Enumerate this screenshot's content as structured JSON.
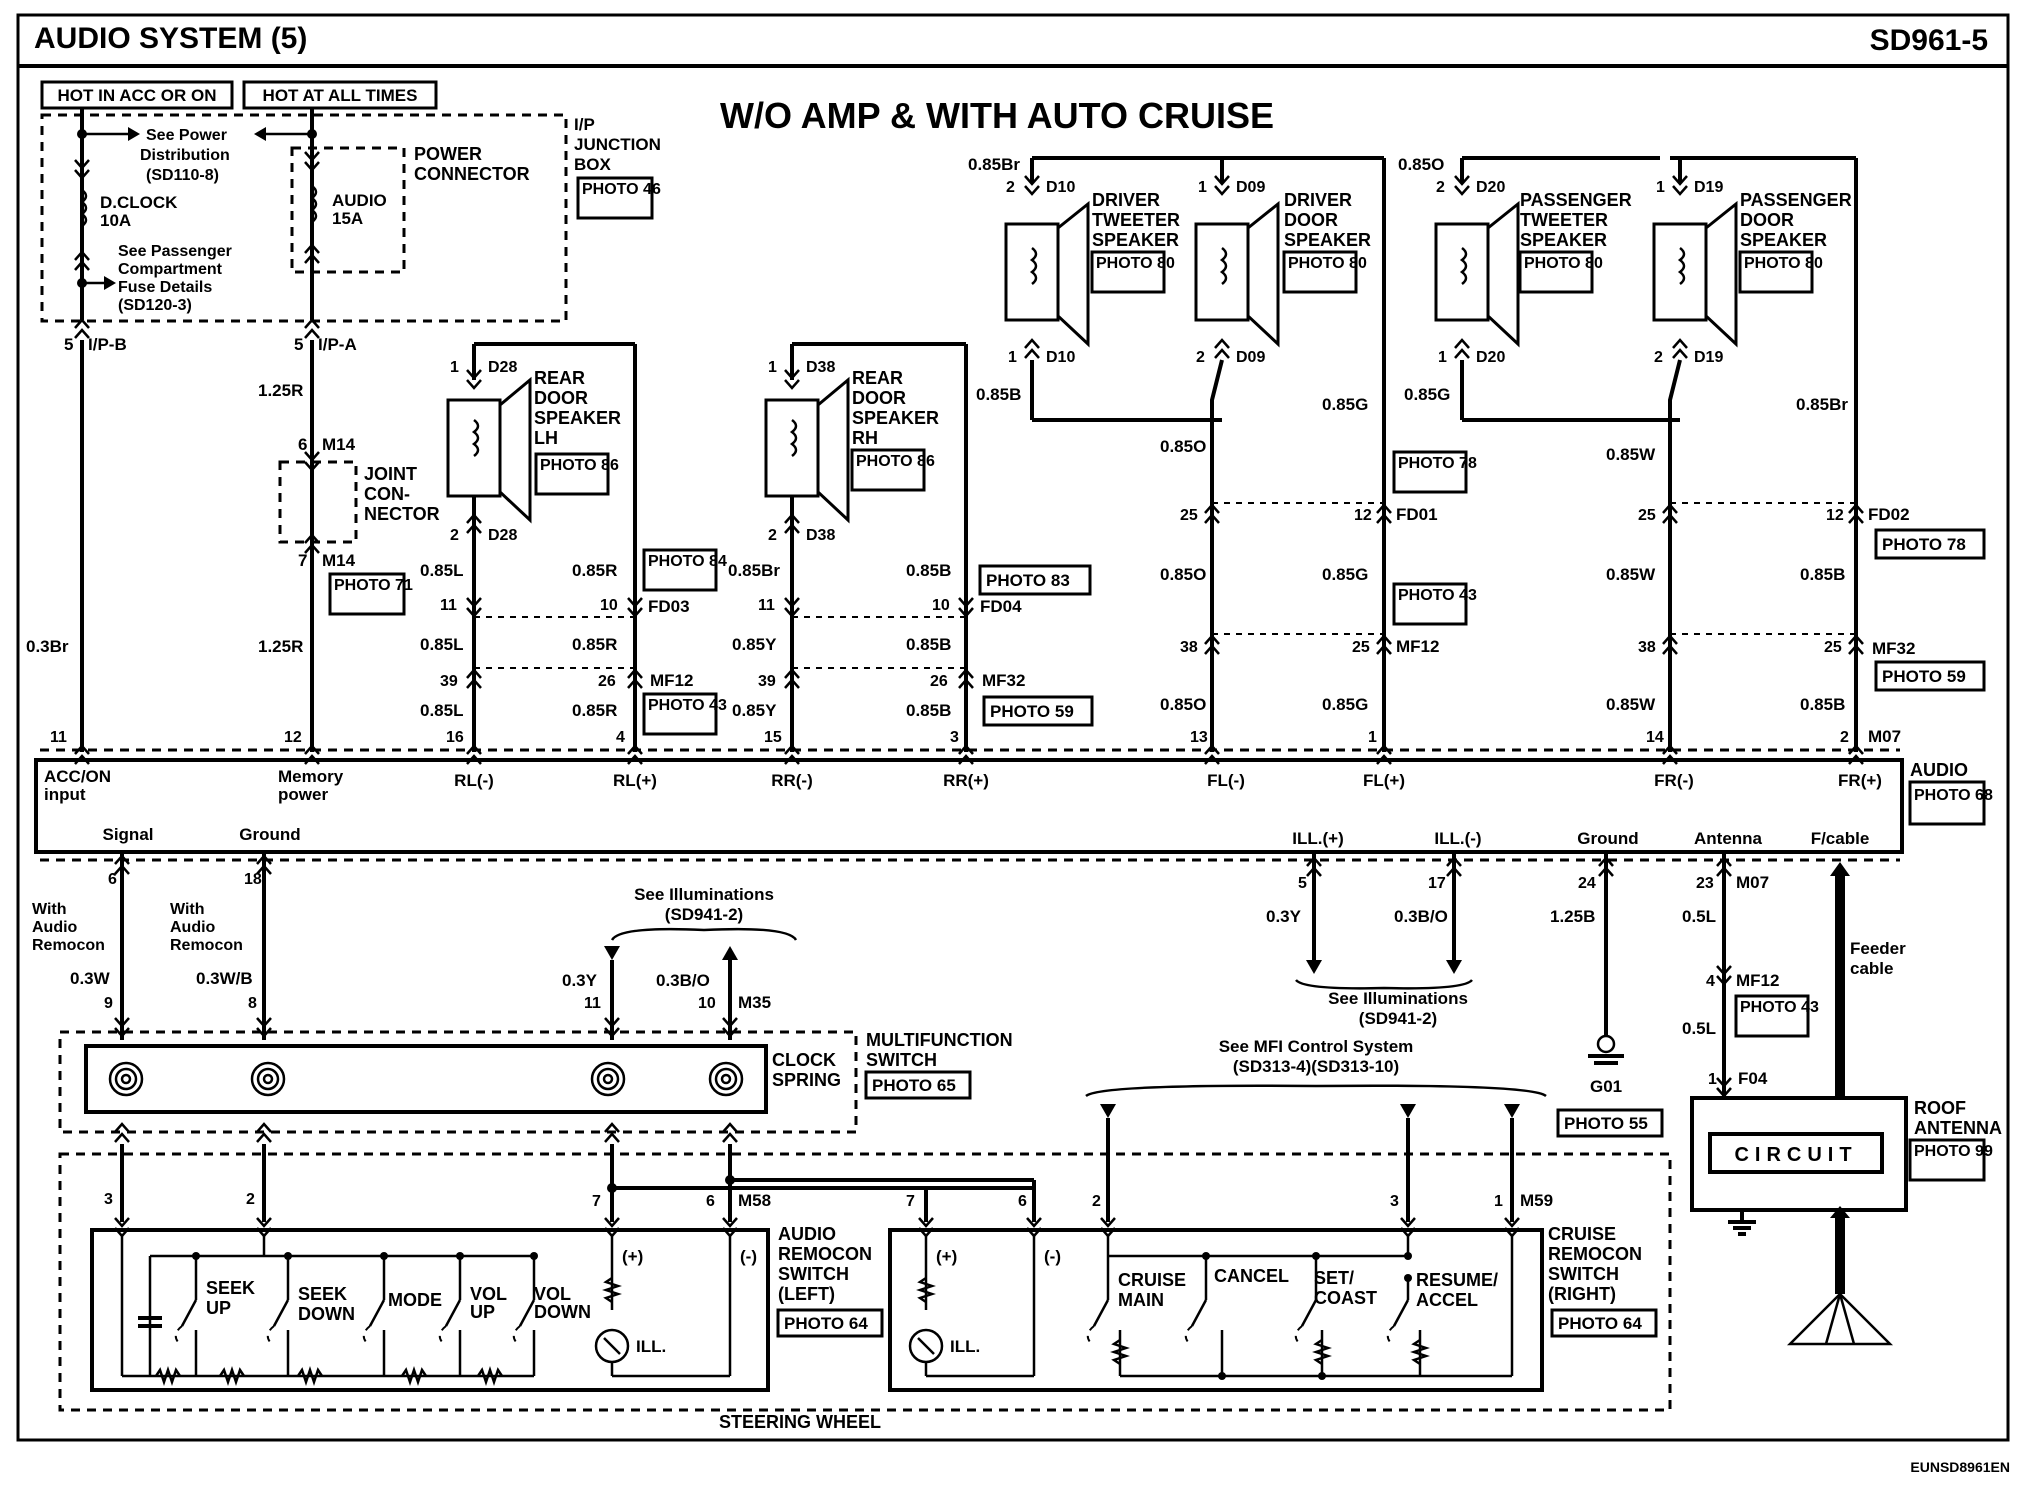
{
  "header": {
    "title": "AUDIO SYSTEM (5)",
    "code": "SD961-5",
    "subtitle": "W/O AMP & WITH AUTO CRUISE",
    "footer_code": "EUNSD8961EN"
  },
  "power": {
    "hot_acc": "HOT IN ACC OR ON",
    "hot_all": "HOT AT ALL TIMES",
    "see_power_1": "See Power",
    "see_power_2": "Distribution",
    "see_power_3": "(SD110-8)",
    "fuse1_name": "D.CLOCK",
    "fuse1_amp": "10A",
    "fuse2_name": "AUDIO",
    "fuse2_amp": "15A",
    "see_pass_1": "See Passenger",
    "see_pass_2": "Compartment",
    "see_pass_3": "Fuse Details",
    "see_pass_4": "(SD120-3)",
    "power_conn_1": "POWER",
    "power_conn_2": "CONNECTOR",
    "ip_1": "I/P",
    "ip_2": "JUNCTION",
    "ip_3": "BOX",
    "ip_photo": "PHOTO 46",
    "ipb_pin": "5",
    "ipb": "I/P-B",
    "ipa_pin": "5",
    "ipa": "I/P-A",
    "wire_125r": "1.25R",
    "m14_pin_top": "6",
    "m14_top": "M14",
    "joint_1": "JOINT",
    "joint_2": "CON-",
    "joint_3": "NECTOR",
    "m14_pin_bot": "7",
    "m14_bot": "M14",
    "m14_photo": "PHOTO 71",
    "wire_03br": "0.3Br",
    "wire_125r_2": "1.25R"
  },
  "rear_lh": {
    "pin1": "1",
    "conn1": "D28",
    "name1": "REAR",
    "name2": "DOOR",
    "name3": "SPEAKER",
    "name4": "LH",
    "photo": "PHOTO 86",
    "pin2": "2",
    "conn2": "D28",
    "w1": "0.85L",
    "w2": "0.85R",
    "fd_photo": "PHOTO 84",
    "p11": "11",
    "p10": "10",
    "fd": "FD03",
    "w3": "0.85L",
    "w4": "0.85R",
    "p39": "39",
    "p26": "26",
    "mf": "MF12",
    "mf_photo": "PHOTO 43",
    "w5": "0.85L",
    "w6": "0.85R",
    "ap1": "16",
    "ap2": "4"
  },
  "rear_rh": {
    "pin1": "1",
    "conn1": "D38",
    "name1": "REAR",
    "name2": "DOOR",
    "name3": "SPEAKER",
    "name4": "RH",
    "photo": "PHOTO 86",
    "pin2": "2",
    "conn2": "D38",
    "w1": "0.85Br",
    "w2": "0.85B",
    "fd_photo": "PHOTO 83",
    "p11": "11",
    "p10": "10",
    "fd": "FD04",
    "w3": "0.85Y",
    "w4": "0.85B",
    "p39": "39",
    "p26": "26",
    "mf": "MF32",
    "mf_photo": "PHOTO 59",
    "w5": "0.85Y",
    "w6": "0.85B",
    "ap1": "15",
    "ap2": "3"
  },
  "driver": {
    "w_top": "0.85Br",
    "tw_pin1": "2",
    "tw_conn1": "D10",
    "tw1": "DRIVER",
    "tw2": "TWEETER",
    "tw3": "SPEAKER",
    "tw_photo": "PHOTO 80",
    "tw_pin2": "1",
    "tw_conn2": "D10",
    "ds_pin1": "1",
    "ds_conn1": "D09",
    "ds1": "DRIVER",
    "ds2": "DOOR",
    "ds3": "SPEAKER",
    "ds_photo": "PHOTO 80",
    "ds_pin2": "2",
    "ds_conn2": "D09",
    "w_085b": "0.85B",
    "w_085g": "0.85G",
    "w_085o": "0.85O",
    "fd_photo": "PHOTO 78",
    "p25": "25",
    "p12": "12",
    "fd": "FD01",
    "w_085o_2": "0.85O",
    "w_085g_2": "0.85G",
    "mf_photo": "PHOTO 43",
    "p38": "38",
    "p25b": "25",
    "mf": "MF12",
    "w_085o_3": "0.85O",
    "w_085g_3": "0.85G",
    "ap1": "13",
    "ap2": "1"
  },
  "passenger": {
    "w_top": "0.85O",
    "tw_pin1": "2",
    "tw_conn1": "D20",
    "tw1": "PASSENGER",
    "tw2": "TWEETER",
    "tw3": "SPEAKER",
    "tw_photo": "PHOTO 80",
    "tw_pin2": "1",
    "tw_conn2": "D20",
    "ds_pin1": "1",
    "ds_conn1": "D19",
    "ds1": "PASSENGER",
    "ds2": "DOOR",
    "ds3": "SPEAKER",
    "ds_photo": "PHOTO 80",
    "ds_pin2": "2",
    "ds_conn2": "D19",
    "w_085g": "0.85G",
    "w_085br": "0.85Br",
    "w_085w": "0.85W",
    "p25": "25",
    "p12": "12",
    "fd": "FD02",
    "fd_photo": "PHOTO 78",
    "w_085w_2": "0.85W",
    "w_085b": "0.85B",
    "p38": "38",
    "p25b": "25",
    "mf": "MF32",
    "mf_photo": "PHOTO 59",
    "w_085w_3": "0.85W",
    "w_085b_2": "0.85B",
    "ap1": "14",
    "ap2": "2",
    "m07": "M07"
  },
  "audio_unit": {
    "pin_acc": "11",
    "pin_mem": "12",
    "acc_1": "ACC/ON",
    "acc_2": "input",
    "mem_1": "Memory",
    "mem_2": "power",
    "rlm": "RL(-)",
    "rlp": "RL(+)",
    "rrm": "RR(-)",
    "rrp": "RR(+)",
    "flm": "FL(-)",
    "flp": "FL(+)",
    "frm": "FR(-)",
    "frp": "FR(+)",
    "name": "AUDIO",
    "photo": "PHOTO 68",
    "signal": "Signal",
    "ground": "Ground",
    "illp": "ILL.(+)",
    "illm": "ILL.(-)",
    "ground2": "Ground",
    "antenna": "Antenna",
    "fcable": "F/cable"
  },
  "lower": {
    "sig_pin": "6",
    "gnd_pin": "18",
    "with1_1": "With",
    "with1_2": "Audio",
    "with1_3": "Remocon",
    "with2_1": "With",
    "with2_2": "Audio",
    "with2_3": "Remocon",
    "w_03w": "0.3W",
    "w_03wb": "0.3W/B",
    "ms_pin1": "9",
    "ms_pin2": "8",
    "see_ill_1": "See Illuminations",
    "see_ill_2": "(SD941-2)",
    "w_03y": "0.3Y",
    "w_03bo": "0.3B/O",
    "ms_pin3": "11",
    "ms_pin4": "10",
    "m35": "M35",
    "clock_1": "CLOCK",
    "clock_2": "SPRING",
    "mfs_1": "MULTIFUNCTION",
    "mfs_2": "SWITCH",
    "mfs_photo": "PHOTO 65",
    "ill_p5": "5",
    "ill_p17": "17",
    "ill_w1": "0.3Y",
    "ill_w2": "0.3B/O",
    "see_ill2_1": "See Illuminations",
    "see_ill2_2": "(SD941-2)",
    "g_pin": "24",
    "g_wire": "1.25B",
    "g01": "G01",
    "g_photo": "PHOTO 55",
    "ant_pin": "23",
    "ant_m07": "M07",
    "ant_w": "0.5L",
    "ant_mf_pin": "4",
    "ant_mf": "MF12",
    "ant_mf_photo": "PHOTO 43",
    "ant_w2": "0.5L",
    "f04_pin": "1",
    "f04": "F04",
    "feeder_1": "Feeder",
    "feeder_2": "cable",
    "roof_1": "ROOF",
    "roof_2": "ANTENNA",
    "roof_photo": "PHOTO 99",
    "circuit": "CIRCUIT",
    "mfi_1": "See MFI Control System",
    "mfi_2": "(SD313-4)(SD313-10)",
    "ars_p3": "3",
    "ars_p2": "2",
    "ars_p7": "7",
    "ars_p6": "6",
    "m58": "M58",
    "seek_up_1": "SEEK",
    "seek_up_2": "UP",
    "seek_dn_1": "SEEK",
    "seek_dn_2": "DOWN",
    "mode": "MODE",
    "vol_up_1": "VOL",
    "vol_up_2": "UP",
    "vol_dn_1": "VOL",
    "vol_dn_2": "DOWN",
    "plus": "(+)",
    "minus": "(-)",
    "ill": "ILL.",
    "ars_1": "AUDIO",
    "ars_2": "REMOCON",
    "ars_3": "SWITCH",
    "ars_4": "(LEFT)",
    "ars_photo": "PHOTO 64",
    "crs_p7": "7",
    "crs_p6": "6",
    "crs_p2": "2",
    "crs_p3": "3",
    "crs_p1": "1",
    "m59": "M59",
    "plus2": "(+)",
    "minus2": "(-)",
    "ill2": "ILL.",
    "cm_1": "CRUISE",
    "cm_2": "MAIN",
    "cancel": "CANCEL",
    "sc_1": "SET/",
    "sc_2": "COAST",
    "ra_1": "RESUME/",
    "ra_2": "ACCEL",
    "crs_1": "CRUISE",
    "crs_2": "REMOCON",
    "crs_3": "SWITCH",
    "crs_4": "(RIGHT)",
    "crs_photo": "PHOTO 64",
    "steering": "STEERING WHEEL"
  }
}
